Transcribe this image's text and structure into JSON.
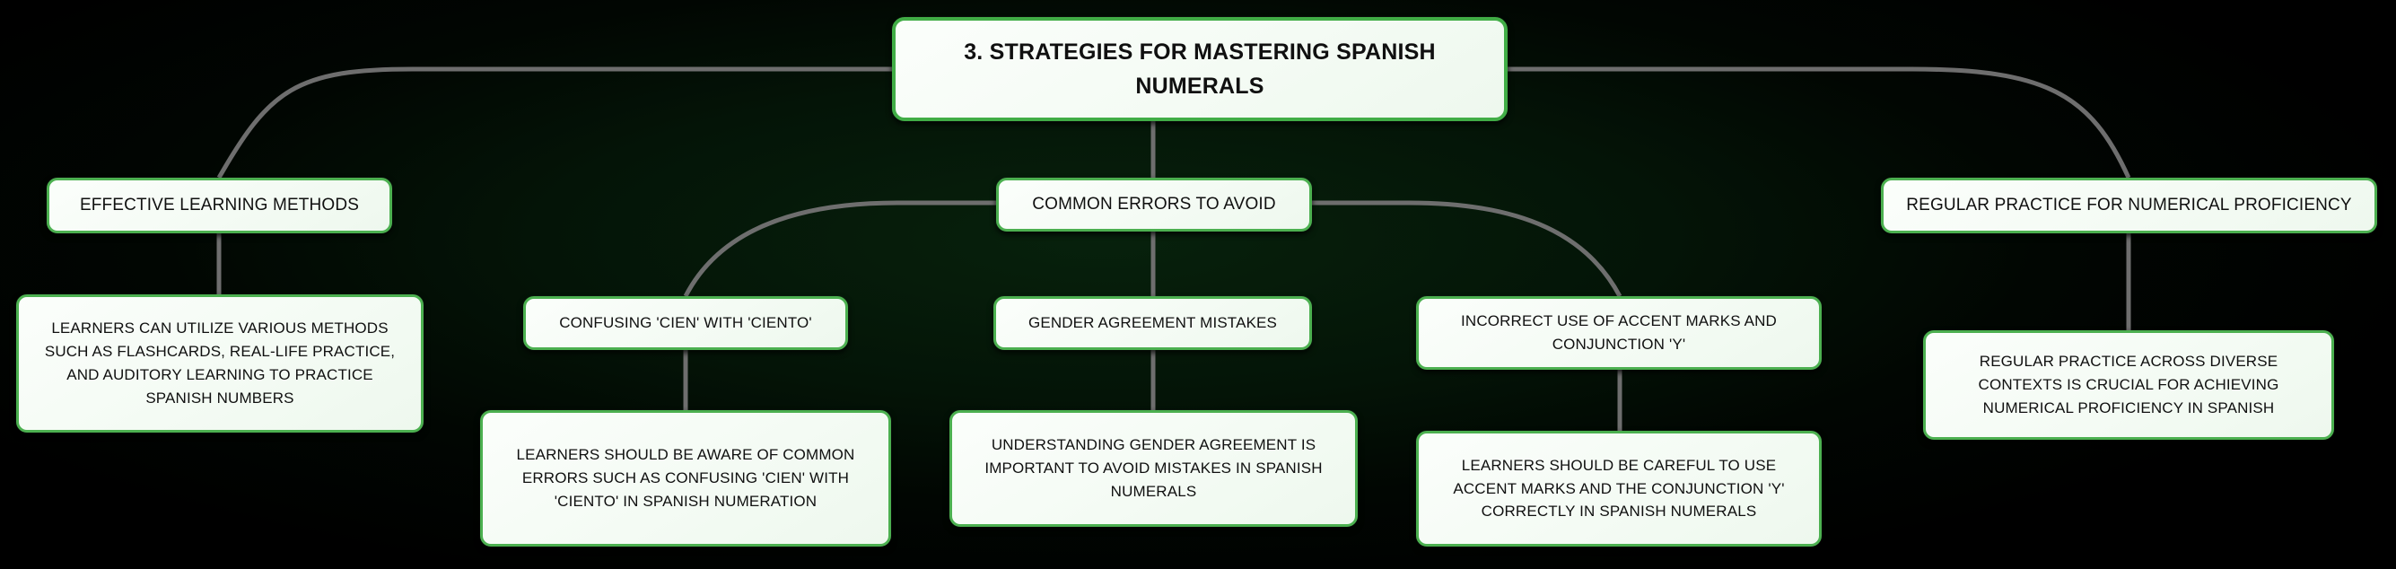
{
  "diagram": {
    "type": "mind-map",
    "title": "3. STRATEGIES FOR MASTERING SPANISH NUMERALS",
    "colors": {
      "background": "#000000",
      "background_glow": "#07210c",
      "node_border": "#4cb050",
      "node_fill": "#f4fbf4",
      "connector": "#6e6e6e",
      "text": "#101010"
    }
  },
  "nodes": {
    "root": {
      "label": "3. STRATEGIES FOR MASTERING SPANISH NUMERALS"
    },
    "branch_methods": {
      "label": "EFFECTIVE LEARNING METHODS"
    },
    "leaf_methods": {
      "label": "LEARNERS CAN UTILIZE VARIOUS METHODS SUCH AS FLASHCARDS, REAL-LIFE PRACTICE, AND AUDITORY LEARNING TO PRACTICE SPANISH NUMBERS"
    },
    "branch_errors": {
      "label": "COMMON ERRORS TO AVOID"
    },
    "sub_cien": {
      "label": "CONFUSING 'CIEN' WITH 'CIENTO'"
    },
    "leaf_cien": {
      "label": "LEARNERS SHOULD BE AWARE OF COMMON ERRORS SUCH AS CONFUSING 'CIEN' WITH 'CIENTO' IN SPANISH NUMERATION"
    },
    "sub_gender": {
      "label": "GENDER AGREEMENT MISTAKES"
    },
    "leaf_gender": {
      "label": "UNDERSTANDING GENDER AGREEMENT IS IMPORTANT TO AVOID MISTAKES IN SPANISH NUMERALS"
    },
    "sub_accent": {
      "label": "INCORRECT USE OF ACCENT MARKS AND CONJUNCTION 'Y'"
    },
    "leaf_accent": {
      "label": "LEARNERS SHOULD BE CAREFUL TO USE ACCENT MARKS AND THE CONJUNCTION 'Y' CORRECTLY IN SPANISH NUMERALS"
    },
    "branch_practice": {
      "label": "REGULAR PRACTICE FOR NUMERICAL PROFICIENCY"
    },
    "leaf_practice": {
      "label": "REGULAR PRACTICE ACROSS DIVERSE CONTEXTS IS CRUCIAL FOR ACHIEVING NUMERICAL PROFICIENCY IN SPANISH"
    }
  }
}
